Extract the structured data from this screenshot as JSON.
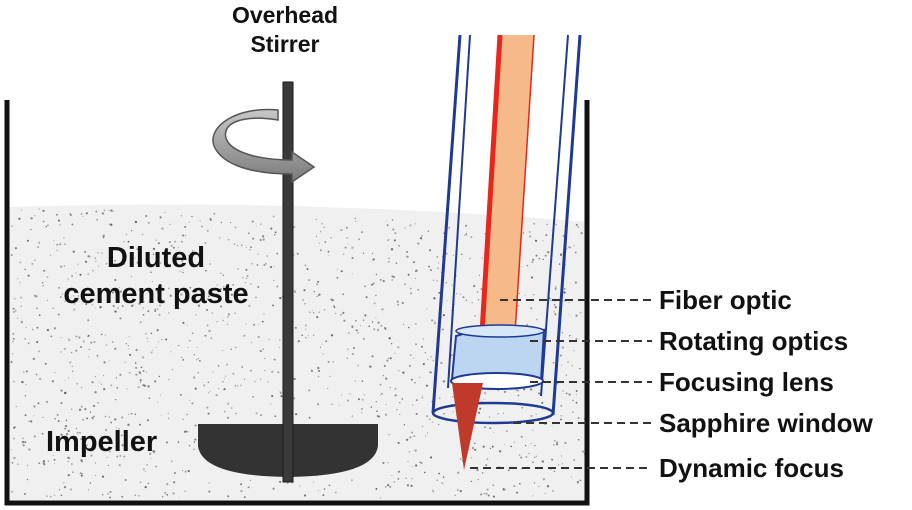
{
  "stirrer": {
    "line1": "Overhead",
    "line2": "Stirrer"
  },
  "paste": {
    "line1": "Diluted",
    "line2": "cement paste"
  },
  "impeller": "Impeller",
  "probe_labels": {
    "fiber_optic": "Fiber optic",
    "rotating_optics": "Rotating optics",
    "focusing_lens": "Focusing lens",
    "sapphire_window": "Sapphire window",
    "dynamic_focus": "Dynamic focus"
  },
  "colors": {
    "paste_fill": "#f0f0f0",
    "speckle": "#555555",
    "shaft": "#3a3a3a",
    "impeller": "#333333",
    "probe_outline": "#1f3a93",
    "fiber_red": "#e8261c",
    "fiber_core": "#f5b98a",
    "rotating_optics": "#bcd6f2",
    "focus_beam": "#c0392b",
    "leader": "#333333"
  },
  "icons": {
    "rotation": "curved-rotation-arrow-icon"
  }
}
